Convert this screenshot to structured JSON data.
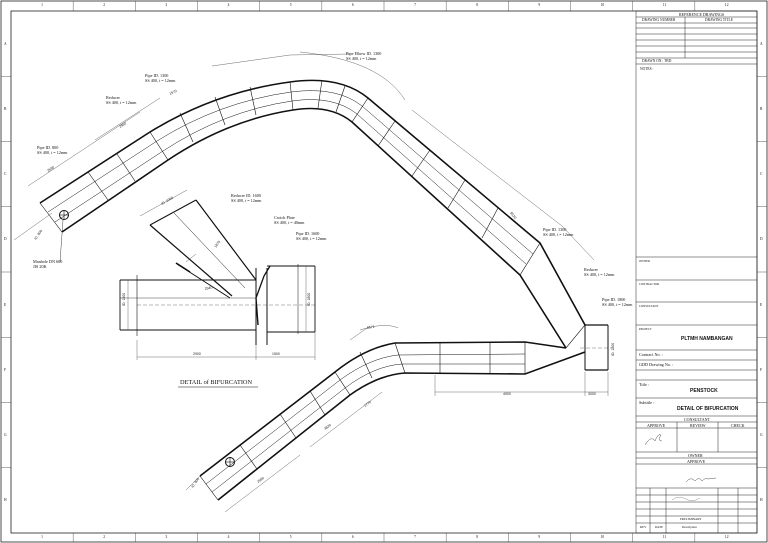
{
  "grid": {
    "top": [
      "1",
      "2",
      "3",
      "4",
      "5",
      "6",
      "7",
      "8",
      "9",
      "10",
      "11",
      "12"
    ],
    "bottom": [
      "1",
      "2",
      "3",
      "4",
      "5",
      "6",
      "7",
      "8",
      "9",
      "10",
      "11",
      "12"
    ],
    "left": [
      "A",
      "B",
      "C",
      "D",
      "E",
      "F",
      "G",
      "H"
    ],
    "right": [
      "A",
      "B",
      "C",
      "D",
      "E",
      "F",
      "G",
      "H"
    ]
  },
  "callouts": {
    "elbow_top": [
      "Pipe Elbow ID. 1300",
      "SS 400, t = 12mm"
    ],
    "pipe_1300_upper": [
      "Pipe ID. 1300",
      "SS 400, t = 12mm"
    ],
    "reducer_left": [
      "Reducer",
      "SS 400, t = 12mm"
    ],
    "pipe_800": [
      "Pipe ID. 800",
      "SS 400, t = 12mm"
    ],
    "manhole": [
      "Manhole DN 600",
      "JIS 20K"
    ],
    "reducer_bif": [
      "Reducer ID. 1600",
      "SS 400, t = 12mm"
    ],
    "crotch_plate": [
      "Crotch Plate",
      "SS 400, t = 40mm"
    ],
    "pipe_1600": [
      "Pipe ID. 1600",
      "SS 400, t = 12mm"
    ],
    "pipe_1300_right": [
      "Pipe ID. 1300",
      "SS 400, t = 12mm"
    ],
    "reducer_right": [
      "Reducer",
      "SS 400, t = 12mm"
    ],
    "pipe_1800": [
      "Pipe ID. 1800",
      "SS 400, t = 12mm"
    ]
  },
  "dims": {
    "d2900": "2900",
    "d1500": "1500",
    "d4900": "4900",
    "d3000": "3000"
  },
  "detail_title": "DETAIL of BIFURCATION",
  "titleblock": {
    "ref_header": "REFERENCE DRAWINGS",
    "col_drawing_number": "DRAWING NUMBER",
    "col_drawing_title": "DRAWING TITLE",
    "drawn_row": "DRAWN ON : TBD",
    "notes": "NOTES :",
    "sec_a": "OWNER",
    "sec_b": "CONTRACTOR",
    "sec_c": "CONSULTANT",
    "project_label": "PROJECT",
    "project": "PLTMH NAMBANGAN",
    "contract": "Contract No. :",
    "gdd": "GDD Drawing No. :",
    "title_label": "Title :",
    "title": "PENSTOCK",
    "subtitle_label": "Subtitle :",
    "subtitle": "DETAIL OF BIFURCATION",
    "consultant_header": "CONSULTANT",
    "approve": "APPROVE",
    "review": "REVIEW",
    "check": "CHECK",
    "owner_header": "OWNER",
    "approve2": "APPROVE",
    "rev_label": "REV",
    "date_label": "DATE",
    "desc_label": "Description",
    "prelim": "PRELIMINARY"
  }
}
